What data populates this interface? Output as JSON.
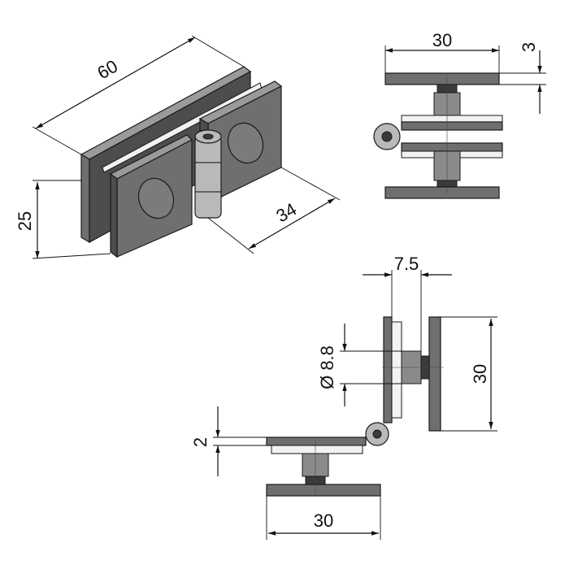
{
  "drawing": {
    "type": "technical-drawing",
    "subject": "glass-to-glass hinge",
    "units": "mm",
    "isometric_view": {
      "dimensions": {
        "length": "60",
        "height": "25",
        "depth": "34"
      }
    },
    "front_view": {
      "dimensions": {
        "width": "30",
        "thickness": "3"
      }
    },
    "side_view": {
      "dimensions": {
        "offset": "7.5",
        "diameter": "Ø 8.8",
        "height": "30",
        "gap": "2",
        "width": "30"
      }
    }
  }
}
